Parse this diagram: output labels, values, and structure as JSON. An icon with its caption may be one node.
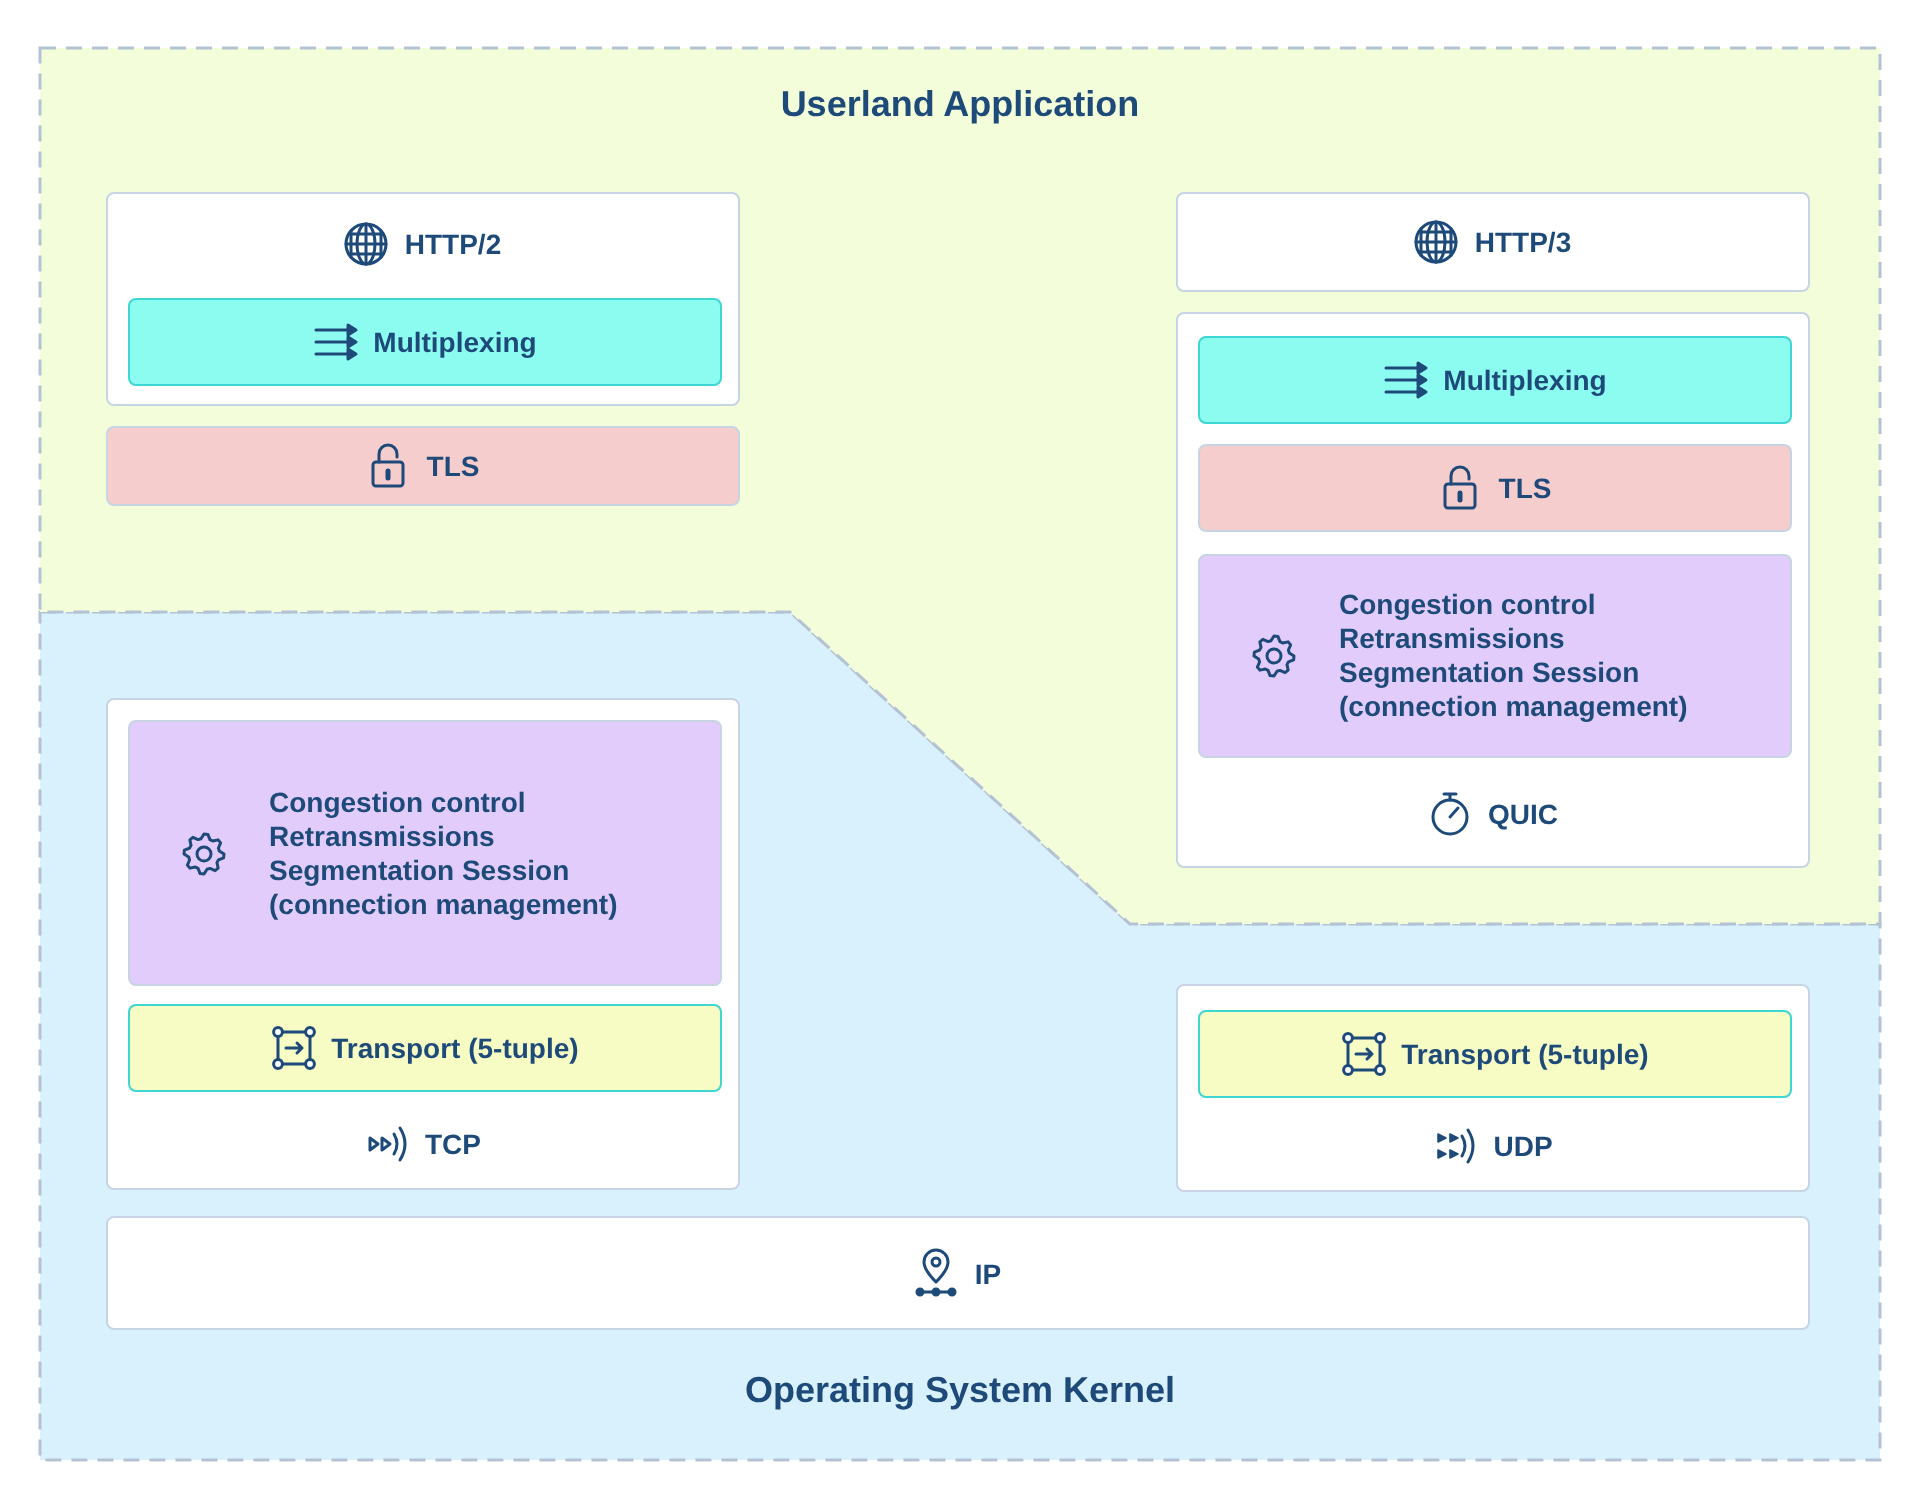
{
  "diagram": {
    "nodes": [
      {
        "text": [
          "Userland Application"
        ]
      },
      {
        "text": [
          "HTTP/2"
        ],
        "in": 0
      },
      {
        "text": [
          "Multiplexing"
        ],
        "in": 1
      },
      {
        "text": [
          "TLS"
        ],
        "in": 0
      },
      {
        "text": [
          "HTTP/3"
        ],
        "in": 0
      },
      {
        "text": [
          "QUIC"
        ],
        "in": 0
      },
      {
        "text": [
          "Multiplexing"
        ],
        "in": 5
      },
      {
        "text": [
          "TLS"
        ],
        "in": 5
      },
      {
        "text": [
          "Congestion control Retransmissions Segmentation Session (connection management)"
        ],
        "in": 5
      },
      {
        "text": [
          "Operating System Kernel"
        ]
      },
      {
        "text": [
          "TCP"
        ],
        "in": 9
      },
      {
        "text": [
          "Congestion control Retransmissions Segmentation Session (connection management)"
        ],
        "in": 10
      },
      {
        "text": [
          "Transport (5-tuple)"
        ],
        "in": 10
      },
      {
        "text": [
          "UDP"
        ],
        "in": 9
      },
      {
        "text": [
          "Transport (5-tuple)"
        ],
        "in": 13
      },
      {
        "text": [
          "IP"
        ],
        "in": 9
      }
    ]
  }
}
